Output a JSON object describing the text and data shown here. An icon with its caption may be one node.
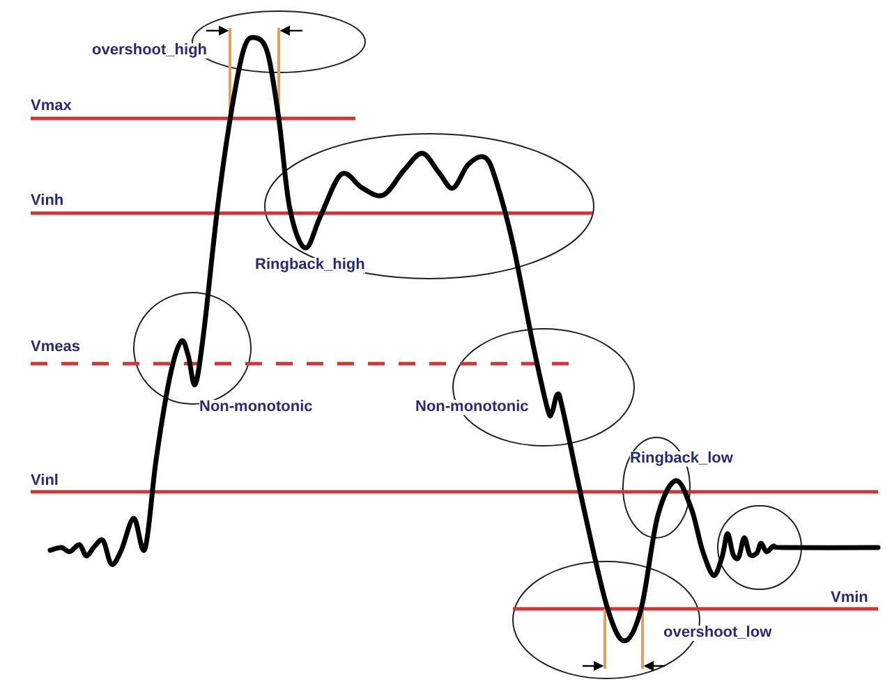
{
  "diagram": {
    "labels": [
      "overshoot_high",
      "Vmax",
      "Vinh",
      "Ringback_high",
      "Vmeas",
      "Non-monotonic",
      "Non-monotonic",
      "Ringback_low",
      "Vinl",
      "Vmin",
      "overshoot_low"
    ]
  }
}
